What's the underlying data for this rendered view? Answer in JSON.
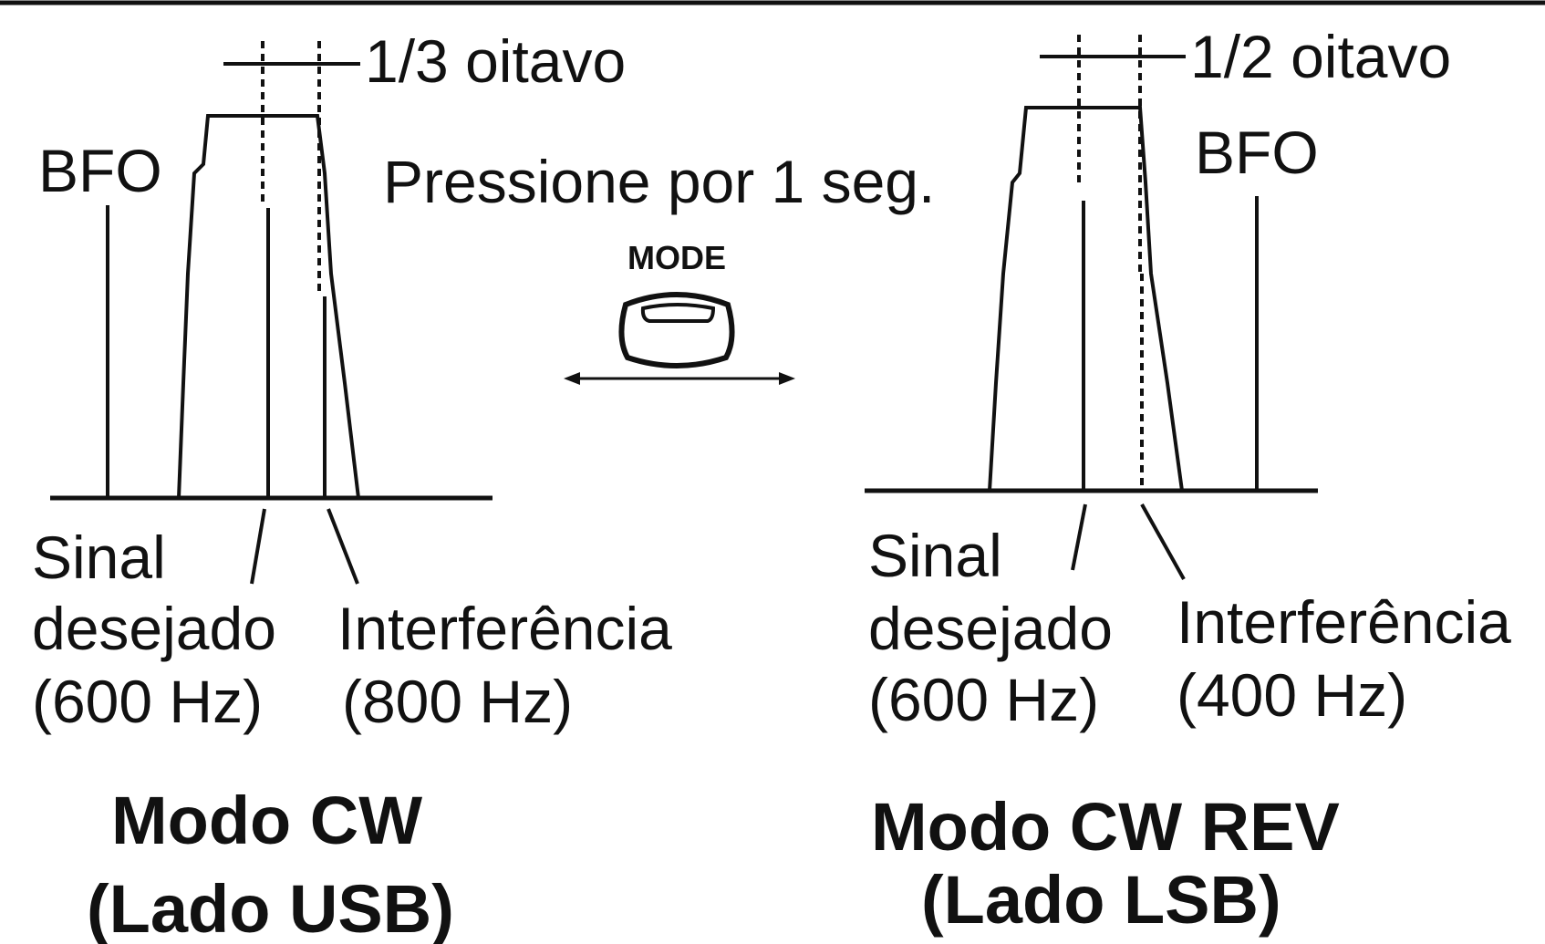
{
  "left": {
    "octave": "1/3 oitavo",
    "bfo": "BFO",
    "wanted_line1": "Sinal",
    "wanted_line2": "desejado",
    "wanted_line3": "(600 Hz)",
    "interf_line1": "Interferência",
    "interf_line2": "(800 Hz)",
    "title_line1": "Modo CW",
    "title_line2": "(Lado USB)"
  },
  "center": {
    "press_text": "Pressione por 1 seg.",
    "button_label": "MODE"
  },
  "right": {
    "octave": "1/2 oitavo",
    "bfo": "BFO",
    "wanted_line1": "Sinal",
    "wanted_line2": "desejado",
    "wanted_line3": "(600 Hz)",
    "interf_line1": "Interferência",
    "interf_line2": "(400 Hz)",
    "title_line1": "Modo CW REV",
    "title_line2": "(Lado LSB)"
  }
}
